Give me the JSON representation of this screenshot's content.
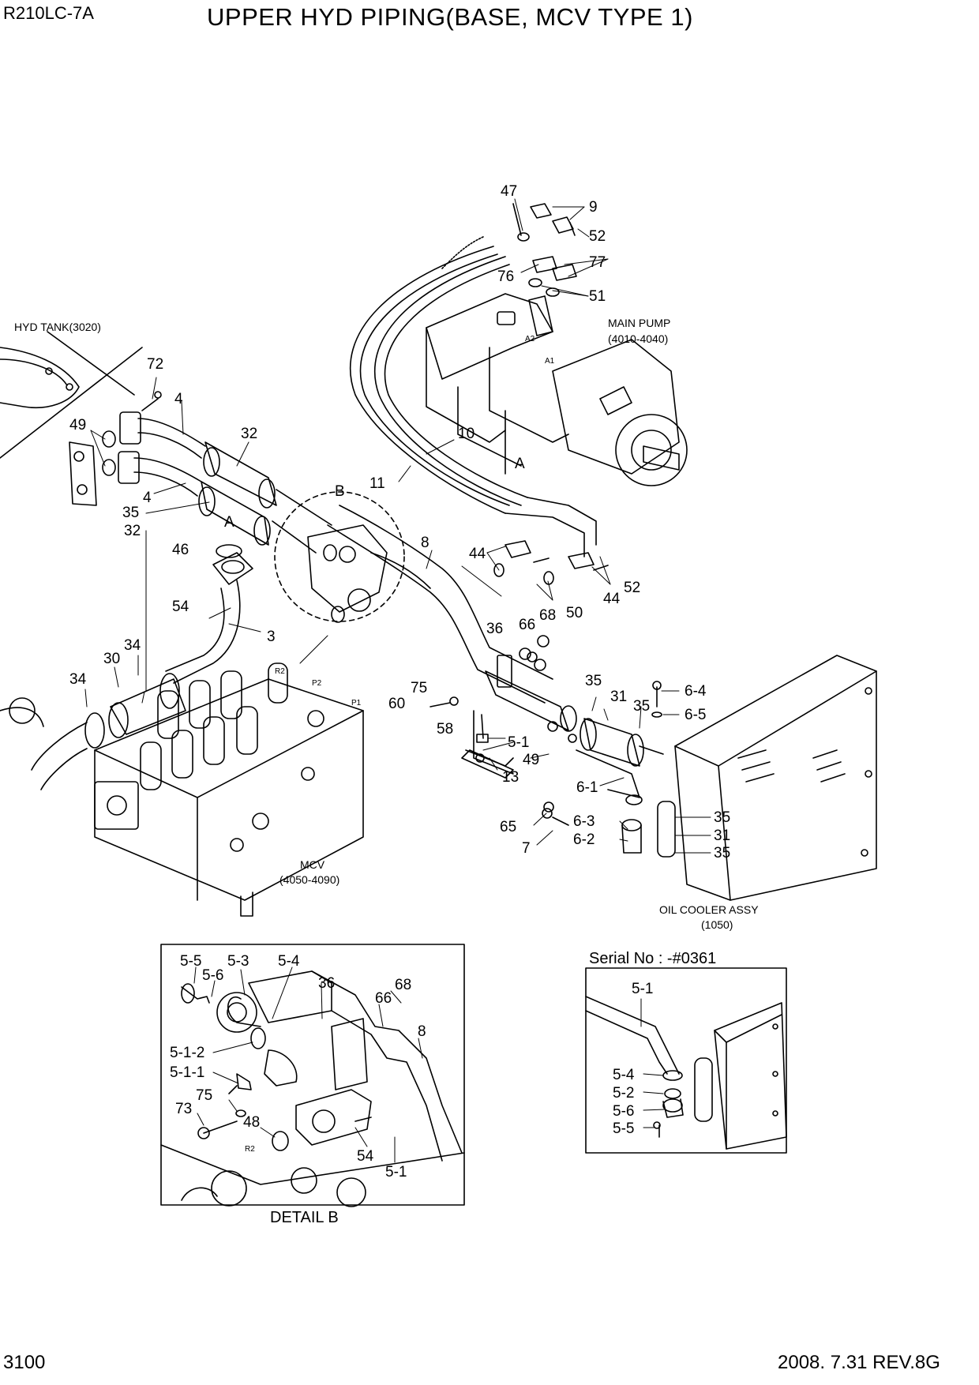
{
  "header": {
    "model": "R210LC-7A",
    "title": "UPPER HYD PIPING(BASE, MCV TYPE 1)"
  },
  "footer": {
    "page_number": "3100",
    "revision": "2008. 7.31  REV.8G"
  },
  "components": {
    "hyd_tank": "HYD TANK(3020)",
    "main_pump": "MAIN PUMP",
    "main_pump_ref": "(4010-4040)",
    "mcv": "MCV",
    "mcv_ref": "(4050-4090)",
    "oil_cooler": "OIL COOLER ASSY",
    "oil_cooler_ref": "(1050)"
  },
  "view_marks": {
    "A_pump": "A",
    "A1_pump": "A1",
    "A2_pump": "A2",
    "A_pipe": "A",
    "B_detail": "B",
    "P1": "P1",
    "P2": "P2",
    "R2": "R2",
    "R2_detail": "R2"
  },
  "detail_b": {
    "caption": "DETAIL B"
  },
  "serial_inset": {
    "title": "Serial No : -#0361"
  },
  "callouts_main": [
    "47",
    "9",
    "52",
    "77",
    "76",
    "51",
    "72",
    "4",
    "49",
    "32",
    "10",
    "11",
    "4",
    "35",
    "32",
    "46",
    "54",
    "3",
    "8",
    "44",
    "44",
    "52",
    "50",
    "68",
    "66",
    "36",
    "75",
    "60",
    "58",
    "35",
    "31",
    "35",
    "6-4",
    "6-5",
    "5-1",
    "49",
    "13",
    "6-1",
    "6-3",
    "6-2",
    "65",
    "7",
    "35",
    "31",
    "35",
    "34",
    "30",
    "34",
    "B"
  ],
  "callouts_detail": [
    "5-5",
    "5-3",
    "5-6",
    "5-4",
    "36",
    "68",
    "66",
    "8",
    "5-1-2",
    "5-1-1",
    "75",
    "73",
    "48",
    "54",
    "5-1"
  ],
  "callouts_serial": [
    "5-1",
    "5-4",
    "5-2",
    "5-6",
    "5-5"
  ]
}
